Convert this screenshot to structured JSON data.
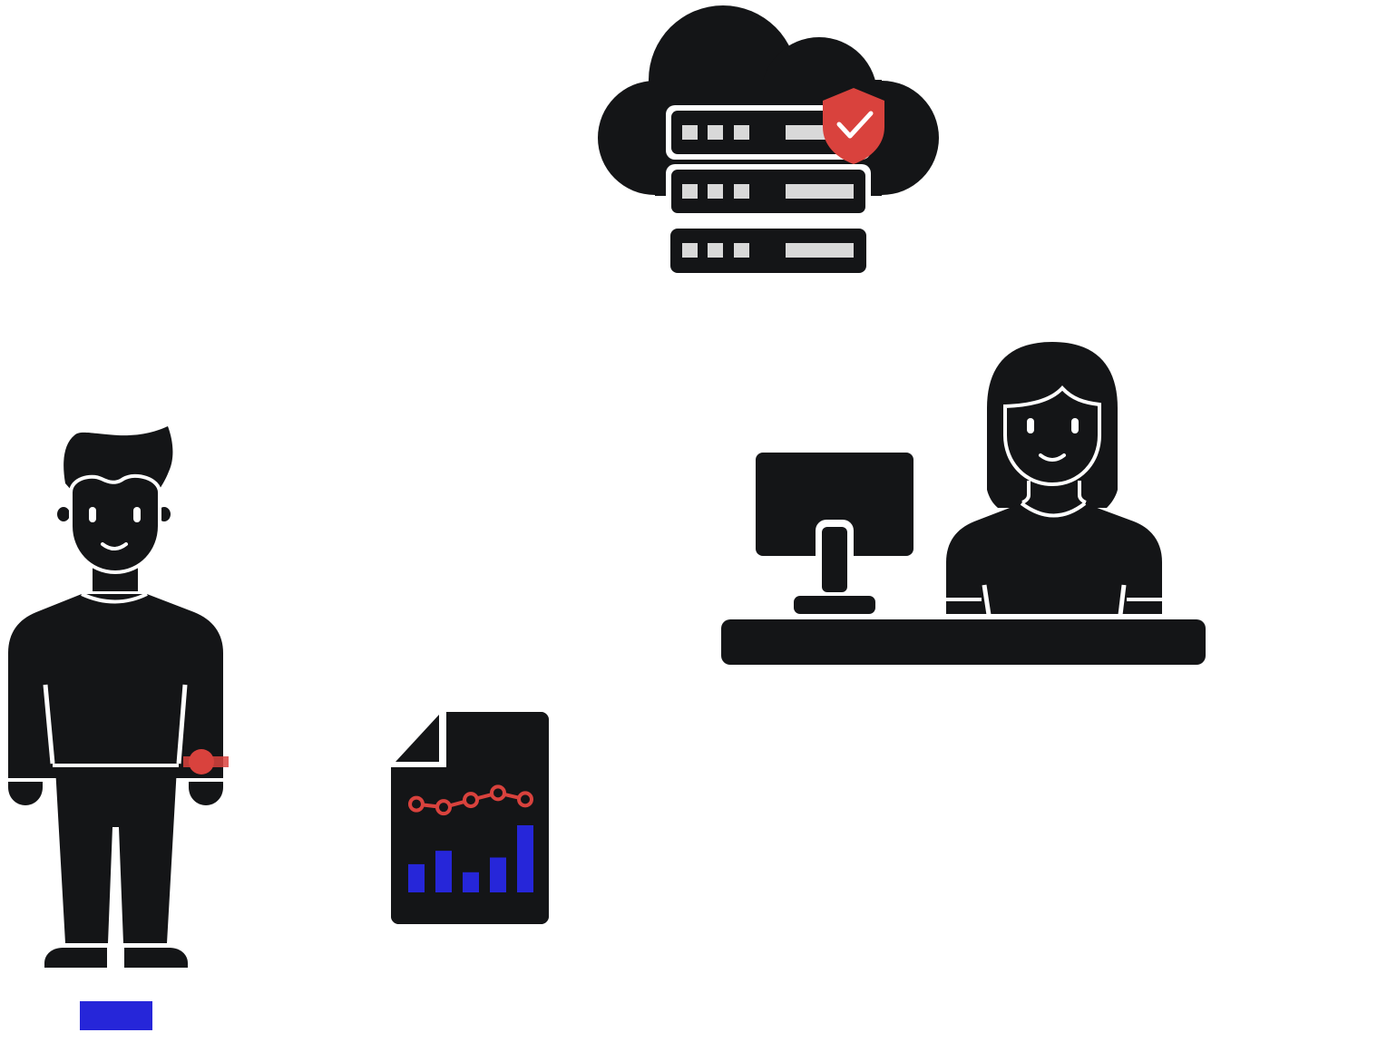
{
  "colors": {
    "ink": "#141517",
    "accent_red": "#d9423d",
    "accent_blue": "#2626d9",
    "light_gray": "#d9d9d9",
    "background": "#ffffff"
  },
  "icons": {
    "cloud_server": "cloud-server-icon",
    "shield_check": "shield-check-icon",
    "man_user": "man-user-icon",
    "woman_operator": "woman-operator-icon",
    "computer": "desktop-computer-icon",
    "desk": "desk-icon",
    "report": "report-document-icon"
  },
  "report_chart": {
    "type": "bar",
    "bars": [
      0.42,
      0.62,
      0.3,
      0.52,
      1.0
    ],
    "line": [
      0.55,
      0.45,
      0.68,
      0.9,
      0.7
    ]
  }
}
